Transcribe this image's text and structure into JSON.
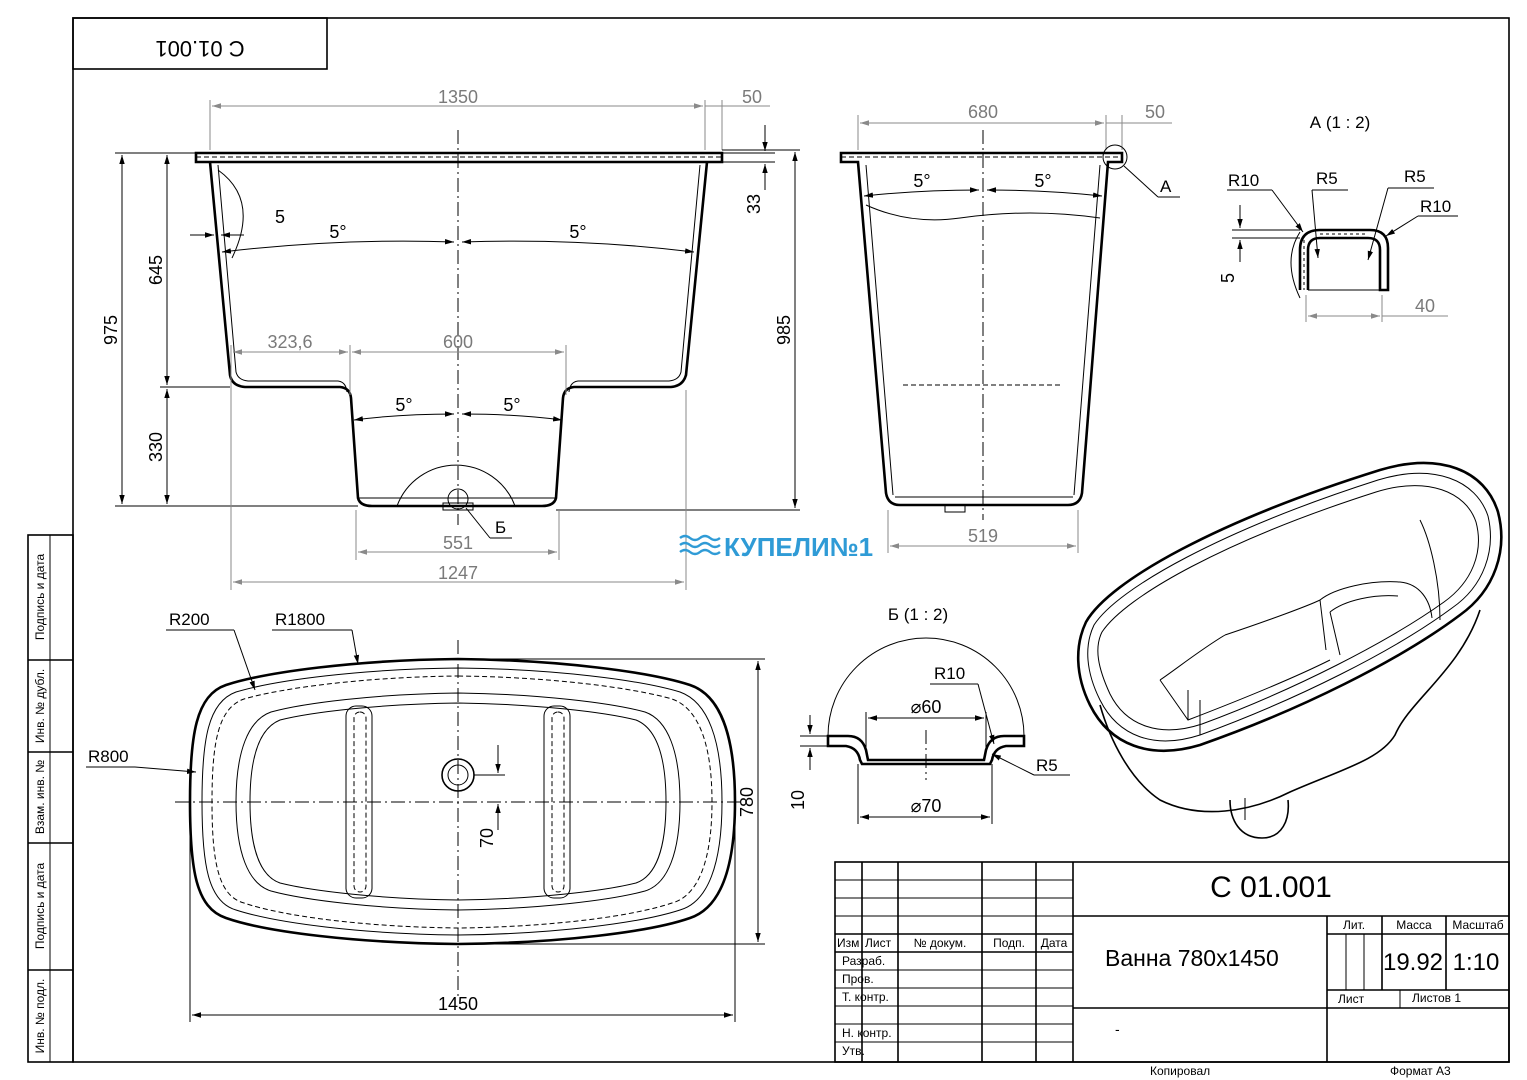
{
  "title_block": {
    "designation": "С 01.001",
    "designation_mirrored": "С 01.001",
    "product_name": "Ванна 780х1450",
    "headers": {
      "izm": "Изм",
      "list": "Лист",
      "doc": "№ докум.",
      "sign": "Подп.",
      "date": "Дата"
    },
    "roles": [
      "Разраб.",
      "Пров.",
      "Т. контр.",
      "Н. контр.",
      "Утв."
    ],
    "lit_label": "Лит.",
    "mass_label": "Масса",
    "scale_label": "Масштаб",
    "mass": "19.92",
    "scale": "1:10",
    "sheet_label": "Лист",
    "sheets_label": "Листов 1",
    "dash": "-",
    "copied": "Копировал",
    "format": "Формат А3"
  },
  "side_stamps": [
    "Подпись и дата",
    "Инв. № дубл.",
    "Взам. инв. №",
    "Подпись и дата",
    "Инв. № подл."
  ],
  "watermark": "КУПЕЛИ№1",
  "front_view": {
    "d1350": "1350",
    "d50": "50",
    "d33": "33",
    "d5": "5",
    "ang_left": "5°",
    "ang_right": "5°",
    "d975": "975",
    "d645": "645",
    "d330": "330",
    "d985": "985",
    "d323": "323,6",
    "d600": "600",
    "ang_low_left": "5°",
    "ang_low_right": "5°",
    "d551": "551",
    "d1247": "1247",
    "label_b": "Б"
  },
  "side_view": {
    "d680": "680",
    "d50": "50",
    "ang_left": "5°",
    "ang_right": "5°",
    "d519": "519",
    "label_a": "А"
  },
  "detail_a": {
    "title": "А (1 : 2)",
    "r10a": "R10",
    "r5a": "R5",
    "r5b": "R5",
    "r10b": "R10",
    "d5": "5",
    "d40": "40"
  },
  "detail_b": {
    "title": "Б (1 : 2)",
    "r10": "R10",
    "d60": "⌀60",
    "r5": "R5",
    "d10": "10",
    "d70": "⌀70"
  },
  "top_view": {
    "r200": "R200",
    "r1800": "R1800",
    "r800": "R800",
    "d780": "780",
    "d70": "70",
    "d1450": "1450"
  },
  "colors": {
    "line": "#000000",
    "dimension": "#8a8a8a",
    "watermark": "#2f9bd6"
  }
}
